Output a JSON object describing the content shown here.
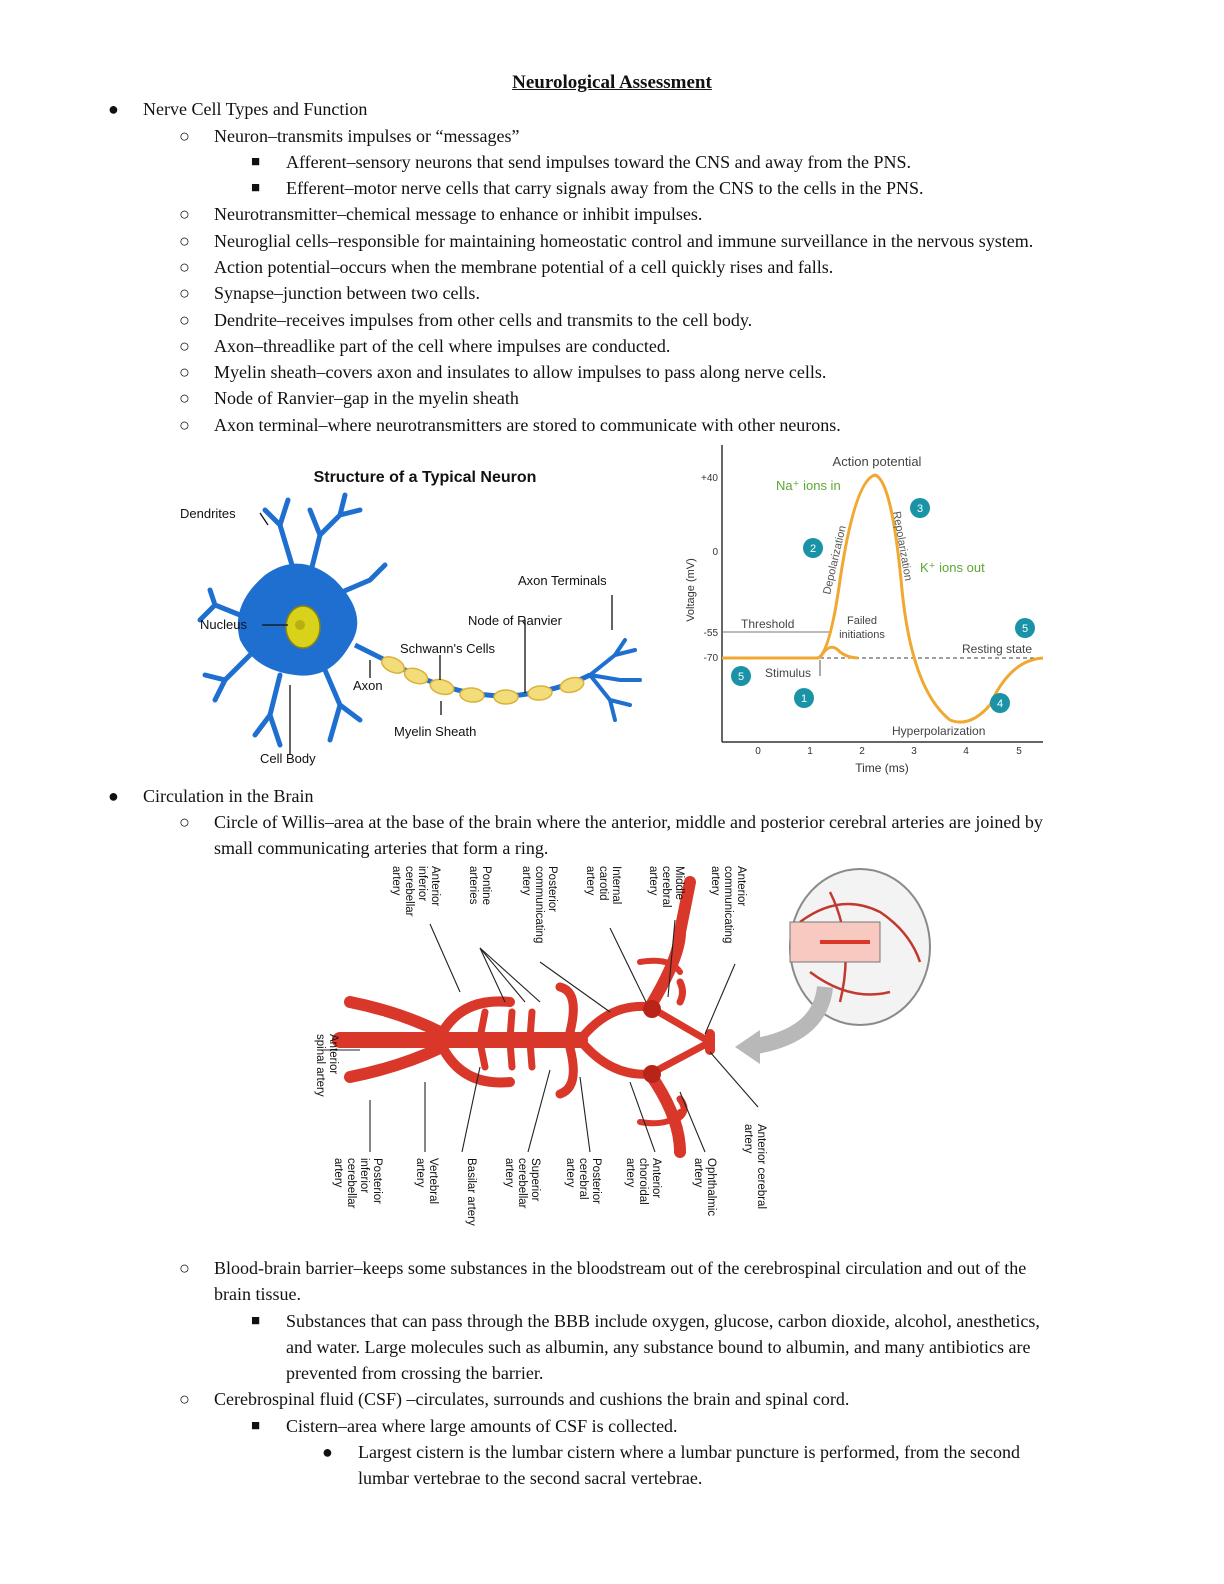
{
  "title": "Neurological Assessment",
  "section1": {
    "heading": "Nerve Cell Types and Function",
    "neuron": "Neuron–transmits impulses or “messages”",
    "afferent": "Afferent–sensory neurons that send impulses toward the CNS and away from the PNS.",
    "efferent": "Efferent–motor nerve cells that carry signals away from the CNS to the cells in the PNS.",
    "items": [
      "Neurotransmitter–chemical message to enhance or inhibit impulses.",
      "Neuroglial cells–responsible for maintaining homeostatic control and immune surveillance in the nervous system.",
      "Action potential–occurs when the membrane potential of a cell quickly rises and falls.",
      "Synapse–junction between two cells.",
      "Dendrite–receives impulses from other cells and transmits to the cell body.",
      "Axon–threadlike part of the cell where impulses are conducted.",
      "Myelin sheath–covers axon and insulates to allow impulses to pass along nerve cells.",
      "Node of Ranvier–gap in the myelin sheath",
      "Axon terminal–where neurotransmitters are stored to communicate with other neurons."
    ]
  },
  "neuron_diagram": {
    "title": "Structure of a Typical Neuron",
    "labels": {
      "dendrites": "Dendrites",
      "nucleus": "Nucleus",
      "cell_body": "Cell Body",
      "axon": "Axon",
      "schwann": "Schwann's Cells",
      "node": "Node of Ranvier",
      "myelin": "Myelin Sheath",
      "terminals": "Axon Terminals"
    },
    "colors": {
      "cell": "#1f6fd1",
      "nucleus": "#d8d21a",
      "myelin": "#f3dc7a"
    }
  },
  "action_potential": {
    "title": "Action potential",
    "ylabel": "Voltage (mV)",
    "xlabel": "Time (ms)",
    "y_ticks": [
      "+40",
      "0",
      "-55",
      "-70"
    ],
    "x_ticks": [
      "0",
      "1",
      "2",
      "3",
      "4",
      "5"
    ],
    "labels": {
      "na": "Na⁺ ions in",
      "k": "K⁺ ions out",
      "depol": "Depolarization",
      "repol": "Repolarization",
      "threshold": "Threshold",
      "failed1": "Failed",
      "failed2": "initiations",
      "resting": "Resting state",
      "stimulus": "Stimulus",
      "hyper": "Hyperpolarization"
    },
    "markers": [
      "1",
      "2",
      "3",
      "4",
      "5",
      "5"
    ],
    "colors": {
      "curve": "#f0a830",
      "marker": "#1a93a6",
      "ions": "#5aa832"
    }
  },
  "section2": {
    "heading": "Circulation in the Brain",
    "willis_1": "Circle of Willis–area at the base of the brain where the anterior, middle and posterior cerebral arteries are joined by",
    "willis_2": "small communicating arteries that form a ring.",
    "bbb_1": "Blood-brain barrier–keeps some substances in the bloodstream out of the cerebrospinal circulation and out of the",
    "bbb_2": "brain tissue.",
    "bbb_sub_1": "Substances that can pass through the BBB include oxygen, glucose, carbon dioxide, alcohol, anesthetics,",
    "bbb_sub_2": "and water. Large molecules such as albumin, any substance bound to albumin, and many antibiotics are",
    "bbb_sub_3": "prevented from crossing the barrier.",
    "csf": "Cerebrospinal fluid (CSF) –circulates, surrounds and cushions the brain and spinal cord.",
    "cistern": "Cistern–area where large amounts of CSF is collected.",
    "lumbar_1": "Largest cistern is the lumbar cistern where a lumbar puncture is performed, from the second",
    "lumbar_2": "lumbar vertebrae to the second sacral vertebrae."
  },
  "willis_diagram": {
    "top_labels": [
      [
        "Anterior",
        "inferior",
        "cerebellar",
        "artery"
      ],
      [
        "Pontine",
        "arteries"
      ],
      [
        "Posterior",
        "communicating",
        "artery"
      ],
      [
        "Internal",
        "carotid",
        "artery"
      ],
      [
        "Middle",
        "cerebral",
        "artery"
      ],
      [
        "Anterior",
        "communicating",
        "artery"
      ]
    ],
    "bottom_labels": [
      [
        "Posterior",
        "inferior",
        "cerebellar",
        "artery"
      ],
      [
        "Vertebral",
        "artery"
      ],
      [
        "Basilar artery"
      ],
      [
        "Superior",
        "cerebellar",
        "artery"
      ],
      [
        "Posterior",
        "cerebral",
        "artery"
      ],
      [
        "Anterior",
        "choroidal",
        "artery"
      ],
      [
        "Ophthalmic",
        "artery"
      ],
      [
        "Anterior cerebral",
        "artery"
      ]
    ],
    "left_label": [
      "Anterior",
      "spinal artery"
    ],
    "colors": {
      "artery": "#d8372a"
    }
  }
}
